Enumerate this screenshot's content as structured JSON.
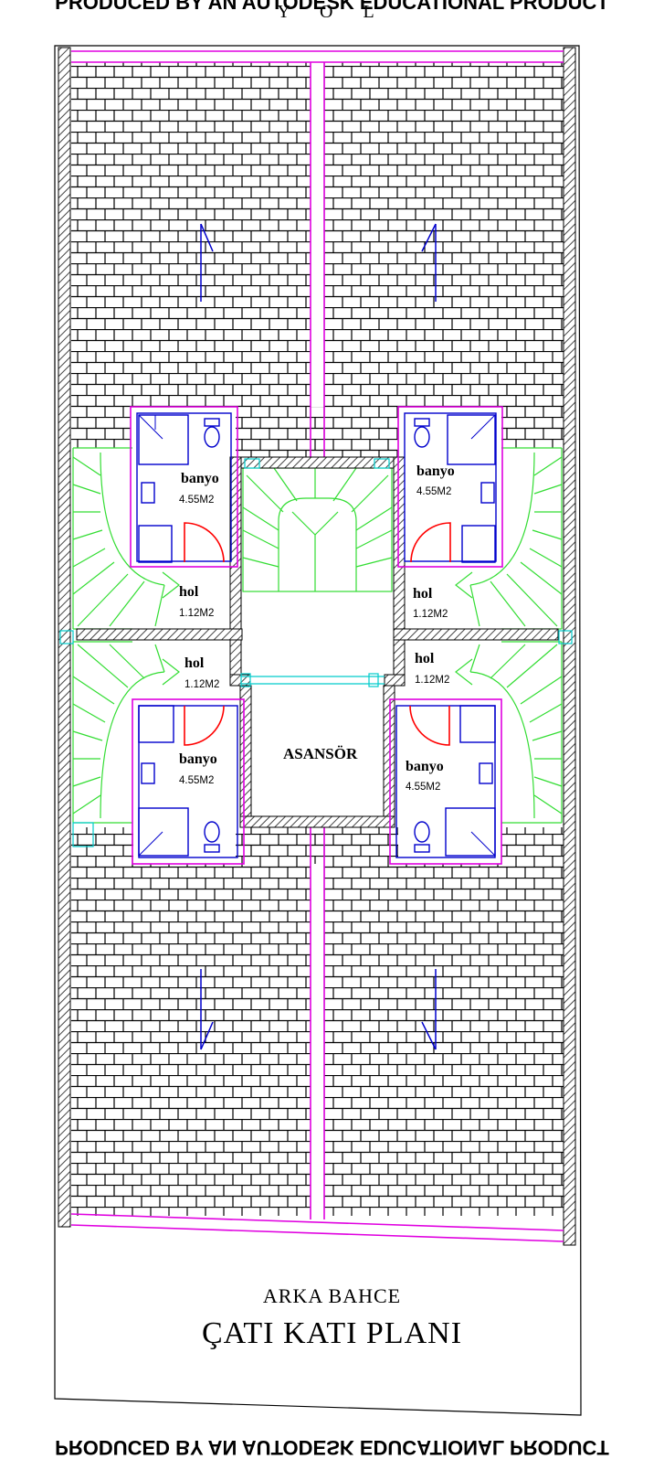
{
  "watermark": {
    "top": "PRODUCED BY AN AUTODESK EDUCATIONAL PRODUCT",
    "bottom": "PRODUCED BY AN AUTODESK EDUCATIONAL PRODUCT"
  },
  "road_label": "Y O L",
  "rooms": [
    {
      "name": "banyo",
      "area": "4.55M2"
    },
    {
      "name": "banyo",
      "area": "4.55M2"
    },
    {
      "name": "hol",
      "area": "1.12M2"
    },
    {
      "name": "hol",
      "area": "1.12M2"
    },
    {
      "name": "hol",
      "area": "1.12M2"
    },
    {
      "name": "hol",
      "area": "1.12M2"
    },
    {
      "name": "banyo",
      "area": "4.55M2"
    },
    {
      "name": "banyo",
      "area": "4.55M2"
    }
  ],
  "elevator_label": "ASANSÖR",
  "garden_label": "ARKA BAHCE",
  "plan_title": "ÇATI KATI PLANI",
  "colors": {
    "wall": "#555555",
    "roof_lines": "#000000",
    "outline": "#e000e0",
    "stairs": "#33dd33",
    "fixtures": "#0000cc",
    "door": "#ff0000",
    "glass": "#00cccc",
    "arrow": "#0000cc"
  }
}
